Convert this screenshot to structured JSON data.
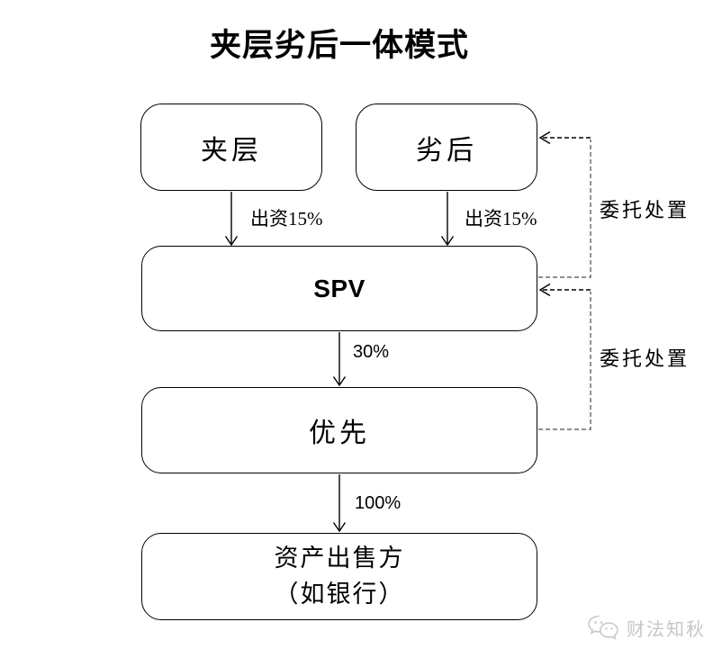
{
  "title": "夹层劣后一体模式",
  "nodes": {
    "jiaceng": {
      "label": "夹层"
    },
    "liehou": {
      "label": "劣后"
    },
    "spv": {
      "label": "SPV"
    },
    "youxian": {
      "label": "优先"
    },
    "seller": {
      "line1": "资产出售方",
      "line2": "（如银行）"
    }
  },
  "edges": {
    "jiaceng_to_spv": {
      "label": "出资15%"
    },
    "liehou_to_spv": {
      "label": "出资15%"
    },
    "spv_to_youxian": {
      "label": "30%"
    },
    "youxian_to_seller": {
      "label": "100%"
    },
    "spv_to_liehou": {
      "label": "委托处置"
    },
    "youxian_to_spv": {
      "label": "委托处置"
    }
  },
  "watermark": {
    "icon": "wechat-icon",
    "text": "财法知秋"
  },
  "colors": {
    "background": "#ffffff",
    "line": "#000000",
    "dashed_gray": "#7f7f7f",
    "watermark_gray": "#c6c6c6",
    "text": "#000000"
  }
}
